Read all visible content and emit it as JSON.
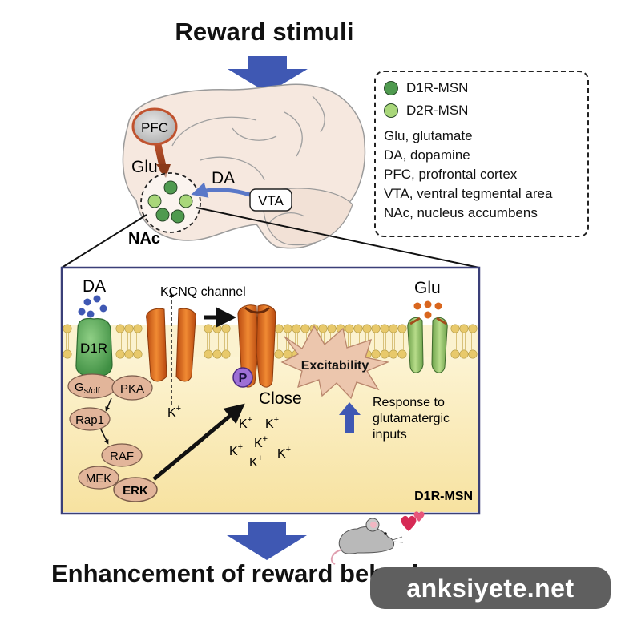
{
  "header": {
    "title": "Reward stimuli"
  },
  "footer": {
    "title": "Enhancement of reward behavior"
  },
  "brain": {
    "pfc": "PFC",
    "glu": "Glu",
    "da": "DA",
    "vta": "VTA",
    "nac": "NAc"
  },
  "legend": {
    "d1_label": "D1R-MSN",
    "d2_label": "D2R-MSN",
    "d1_color": "#4f9a4f",
    "d2_color": "#a9d77a",
    "abbreviations": [
      "Glu, glutamate",
      "DA, dopamine",
      "PFC, profrontal cortex",
      "VTA, ventral tegmental area",
      "NAc, nucleus accumbens"
    ]
  },
  "cell": {
    "da": "DA",
    "d1r": "D1R",
    "gs_main": "G",
    "gs_sub": "s/olf",
    "pka": "PKA",
    "rap1": "Rap1",
    "raf": "RAF",
    "mek": "MEK",
    "erk": "ERK",
    "kcnq": "KCNQ channel",
    "k_plus": "K",
    "k_sup": "+",
    "phospho": "P",
    "close": "Close",
    "excitability": "Excitability",
    "glu": "Glu",
    "response_lines": [
      "Response to",
      "glutamatergic",
      "inputs"
    ],
    "cell_type": "D1R-MSN"
  },
  "watermark": {
    "text": "anksiyete.net"
  },
  "colors": {
    "arrow_blue": "#3f58b3",
    "membrane_head": "#e8c96b",
    "cytoplasm": "#fbefc4",
    "channel_orange": "#d9661e",
    "pfc_border": "#c0532f"
  }
}
